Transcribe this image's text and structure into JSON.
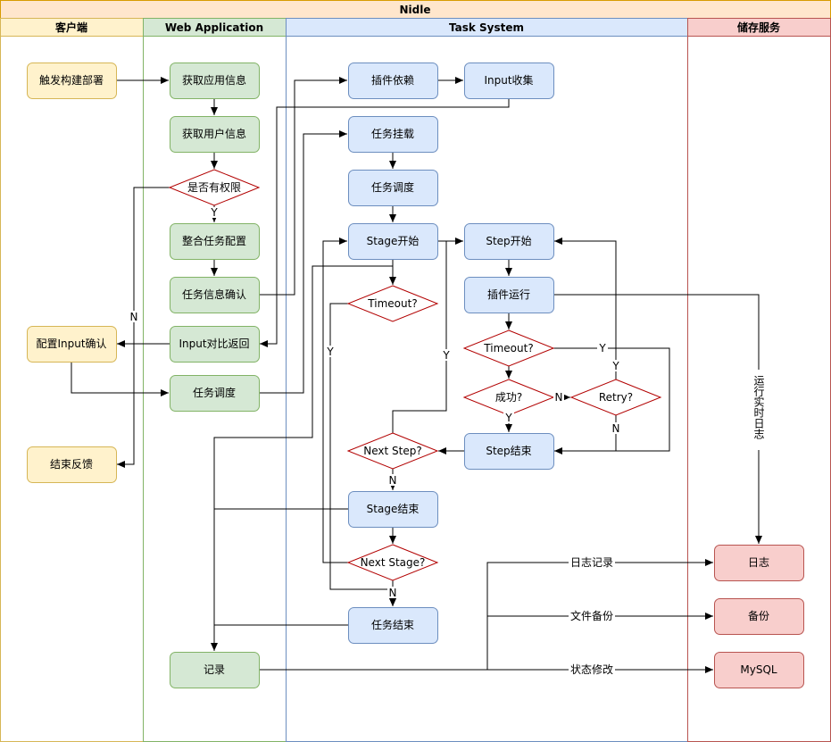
{
  "title": "Nidle",
  "lanes": {
    "client": "客户端",
    "web": "Web Application",
    "task": "Task System",
    "storage": "储存服务"
  },
  "nodes": {
    "trigger_build": "触发构建部署",
    "config_input": "配置Input确认",
    "end_feedback": "结束反馈",
    "get_app_info": "获取应用信息",
    "get_user_info": "获取用户信息",
    "has_permission": "是否有权限",
    "merge_task_config": "整合任务配置",
    "task_info_confirm": "任务信息确认",
    "input_compare_return": "Input对比返回",
    "task_dispatch_web": "任务调度",
    "record": "记录",
    "plugin_deps": "插件依赖",
    "input_collect": "Input收集",
    "task_mount": "任务挂载",
    "task_dispatch": "任务调度",
    "stage_start": "Stage开始",
    "timeout_stage": "Timeout?",
    "next_step": "Next Step?",
    "stage_end": "Stage结束",
    "next_stage": "Next Stage?",
    "task_end": "任务结束",
    "step_start": "Step开始",
    "plugin_run": "插件运行",
    "timeout_step": "Timeout?",
    "success": "成功?",
    "retry": "Retry?",
    "step_end": "Step结束",
    "log": "日志",
    "backup": "备份",
    "mysql": "MySQL"
  },
  "edge_labels": {
    "y_perm": "Y",
    "n_perm": "N",
    "y_timeout_stage": "Y",
    "y_next_step": "Y",
    "n_next_step": "N",
    "n_next_stage": "N",
    "y_timeout_step": "Y",
    "n_success": "N",
    "y_success": "Y",
    "y_retry": "Y",
    "n_retry": "N",
    "realtime_log": "运行实时日志",
    "log_record": "日志记录",
    "file_backup": "文件备份",
    "status_modify": "状态修改"
  },
  "colors": {
    "client_fill": "#fff2cc",
    "client_stroke": "#d6b656",
    "web_fill": "#d5e8d4",
    "web_stroke": "#82b366",
    "task_fill": "#dae8fc",
    "task_stroke": "#6c8ebf",
    "storage_fill": "#f8cecc",
    "storage_stroke": "#b85450",
    "decision_stroke": "#b20000",
    "title_fill": "#ffe6cc",
    "title_stroke": "#d79b00"
  }
}
